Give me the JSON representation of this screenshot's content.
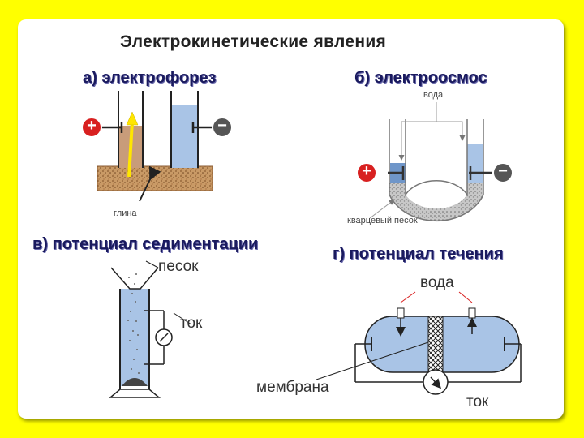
{
  "title": "Электрокинетические явления",
  "panels": {
    "a": {
      "heading": "а) электрофорез",
      "label": "глина",
      "plus": "+",
      "minus": "−"
    },
    "b": {
      "heading": "б) электроосмос",
      "water_label": "вода",
      "sand_label": "кварцевый песок",
      "plus": "+",
      "minus": "−"
    },
    "c": {
      "heading": "в) потенциал седиментации",
      "sand_label": "песок",
      "current_label": "ток"
    },
    "d": {
      "heading": "г) потенциал течения",
      "water_label": "вода",
      "membrane_label": "мембрана",
      "current_label": "ток"
    }
  },
  "colors": {
    "background": "#ffff00",
    "heading_text": "#1a1a5e",
    "electrode": "#d82020",
    "electrode_negative": "#555555",
    "water": "#a9c4e6",
    "clay_water": "#c89c7a",
    "sediment": "#c99a66",
    "arrow_yellow": "#ffe600"
  }
}
